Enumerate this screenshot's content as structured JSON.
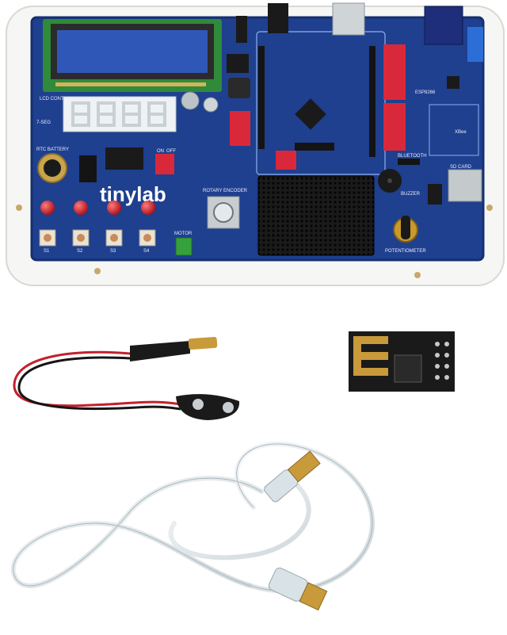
{
  "board": {
    "brand": "tinylab",
    "labels": {
      "lcd_cont": "LCD CONT",
      "seg": "7-SEG",
      "rtc": "RTC BATTERY",
      "rotary": "ROTARY ENCODER",
      "motor": "MOTOR",
      "esp": "ESP8266",
      "xbee": "XBee",
      "bluetooth": "BLUETOOTH",
      "buzzer": "BUZZER",
      "sdcard": "SD CARD",
      "pot": "POTENTIOMETER",
      "dip_on": "ON",
      "dip_off": "OFF",
      "b1": "S1",
      "b2": "S2",
      "b3": "S3",
      "b4": "S4"
    }
  },
  "colors": {
    "board": "#1f3f8f",
    "board_edge": "#16306f",
    "tray": "#f6f6f4",
    "dip": "#d9283a",
    "led": "#d21a23",
    "breadboard": "#1b1b1b",
    "terminal": "#35a13c"
  }
}
